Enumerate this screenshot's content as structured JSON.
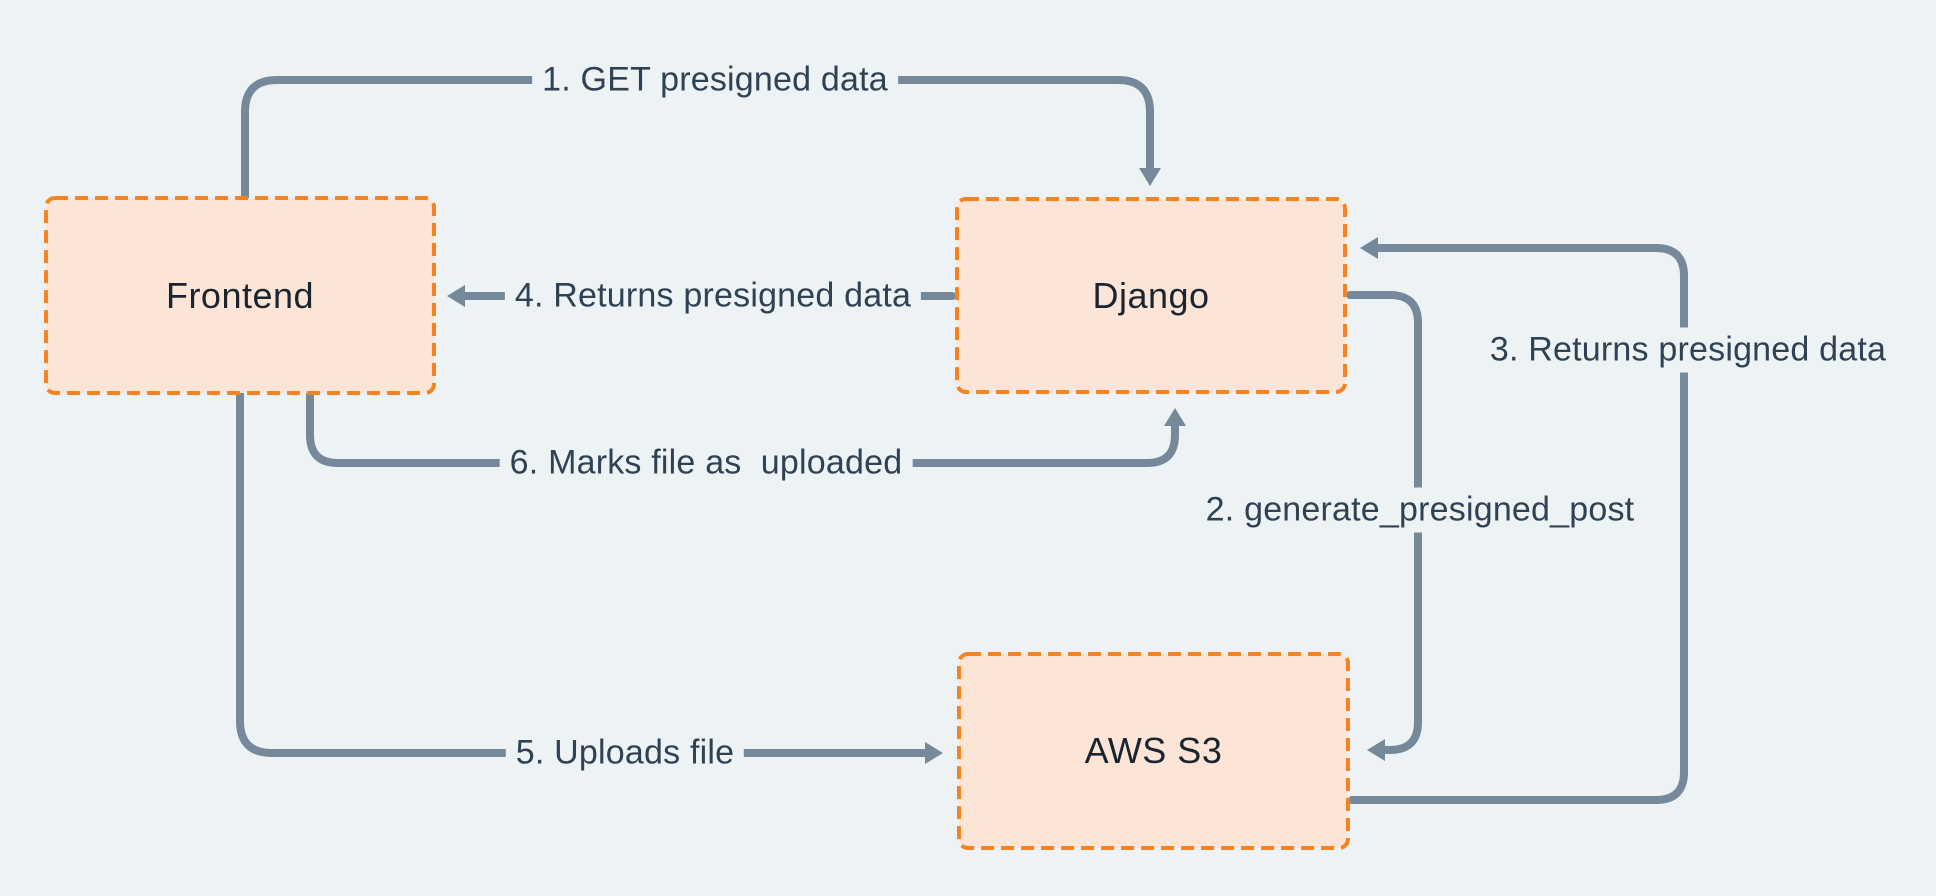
{
  "diagram": {
    "colors": {
      "background": "#edf2f5",
      "node_fill": "#fce5d6",
      "node_border": "#f5831f",
      "arrow": "#75899a",
      "label_text": "#2f4254",
      "node_text": "#1a2530"
    },
    "nodes": [
      {
        "id": "frontend",
        "label": "Frontend"
      },
      {
        "id": "django",
        "label": "Django"
      },
      {
        "id": "aws_s3",
        "label": "AWS S3"
      }
    ],
    "arrows": [
      {
        "step": 1,
        "label": "1. GET presigned data",
        "from": "frontend",
        "to": "django"
      },
      {
        "step": 2,
        "label": "2. generate_presigned_post",
        "from": "django",
        "to": "aws_s3"
      },
      {
        "step": 3,
        "label": "3. Returns presigned data",
        "from": "aws_s3",
        "to": "django"
      },
      {
        "step": 4,
        "label": "4. Returns presigned data",
        "from": "django",
        "to": "frontend"
      },
      {
        "step": 5,
        "label": "5. Uploads file",
        "from": "frontend",
        "to": "aws_s3"
      },
      {
        "step": 6,
        "label": "6. Marks file as  uploaded",
        "from": "frontend",
        "to": "django"
      }
    ]
  }
}
